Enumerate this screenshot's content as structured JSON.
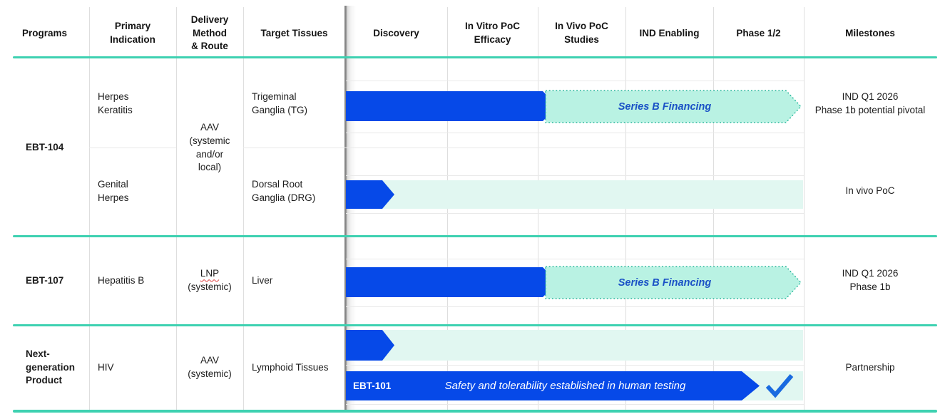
{
  "header": {
    "info_columns": [
      "Programs",
      "Primary\nIndication",
      "Delivery\nMethod\n& Route",
      "Target Tissues"
    ],
    "phase_columns": [
      "Discovery",
      "In Vitro PoC\nEfficacy",
      "In Vivo PoC\nStudies",
      "IND Enabling",
      "Phase 1/2",
      "Milestones"
    ]
  },
  "colors": {
    "bar_blue": "#0649e8",
    "mint_track": "#e1f7f1",
    "financing_fill": "#b9f2e3",
    "financing_border": "#2db89d",
    "financing_text": "#1b52c6",
    "section_divider_teal": "#3ed1b1",
    "check_blue": "#1a6be0"
  },
  "programs": [
    {
      "name": "EBT-104",
      "delivery_main": "AAV",
      "delivery_sub": "(systemic\nand/or\nlocal)",
      "sub_rows": [
        {
          "indication": "Herpes\nKeratitis",
          "tissue": "Trigeminal\nGanglia (TG)",
          "financing_label": "Series B Financing",
          "milestone": "IND Q1 2026\nPhase 1b potential pivotal"
        },
        {
          "indication": "Genital\nHerpes",
          "tissue": "Dorsal Root\nGanglia (DRG)",
          "milestone": "In vivo PoC"
        }
      ]
    },
    {
      "name": "EBT-107",
      "delivery_main": "LNP",
      "delivery_sub": "(systemic)",
      "sub_rows": [
        {
          "indication": "Hepatitis B",
          "tissue": "Liver",
          "financing_label": "Series B Financing",
          "milestone": "IND Q1 2026\nPhase 1b"
        }
      ]
    },
    {
      "name": "Next-\ngeneration\nProduct",
      "delivery_main": "AAV",
      "delivery_sub": "(systemic)",
      "sub_rows": [
        {
          "indication": "HIV",
          "tissue": "Lymphoid Tissues",
          "milestone": "Partnership",
          "product_bar_label": "EBT-101",
          "product_bar_text": "Safety and tolerability established in human testing"
        }
      ]
    }
  ]
}
